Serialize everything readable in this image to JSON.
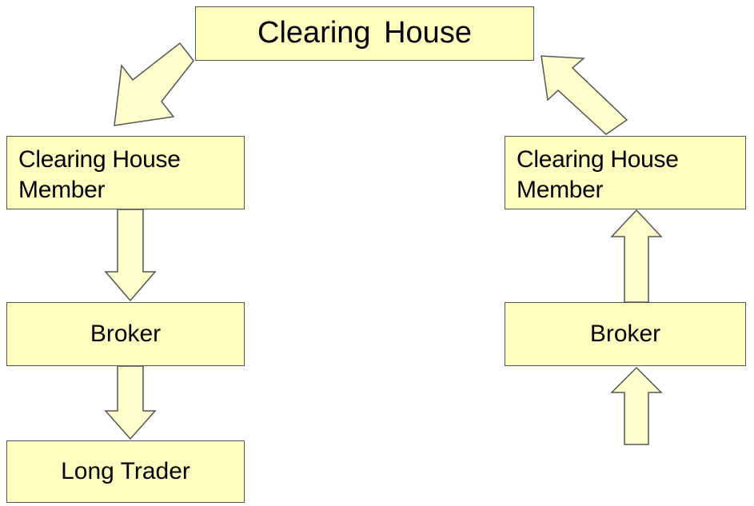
{
  "colors": {
    "box_fill": "#FFFFC0",
    "arrow_fill": "#FFFFCC",
    "stroke": "#555555",
    "text": "#000000"
  },
  "nodes": {
    "clearing_house": "Clearing House",
    "chm_left": "Clearing House\nMember",
    "broker_left": "Broker",
    "long_trader": "Long Trader",
    "chm_right": "Clearing House\nMember",
    "broker_right": "Broker"
  },
  "edges": [
    {
      "from": "clearing_house",
      "to": "chm_left"
    },
    {
      "from": "chm_left",
      "to": "broker_left"
    },
    {
      "from": "broker_left",
      "to": "long_trader"
    },
    {
      "from": "chm_right",
      "to": "clearing_house"
    },
    {
      "from": "broker_right",
      "to": "chm_right"
    },
    {
      "from": "",
      "to": "broker_right"
    }
  ]
}
